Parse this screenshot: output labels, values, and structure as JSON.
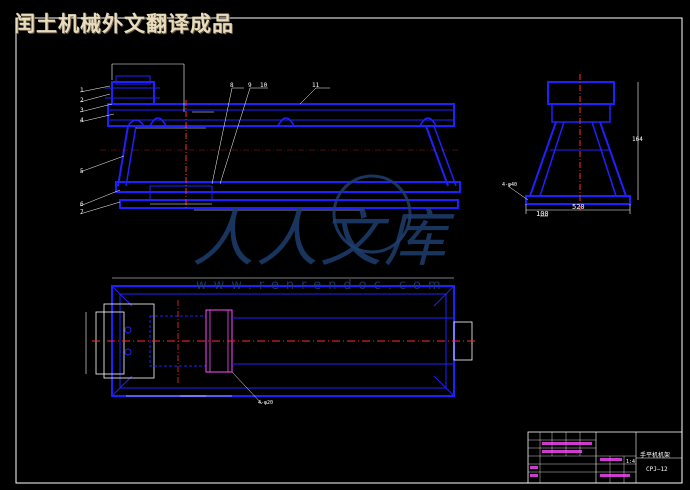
{
  "banner": {
    "text": "闰土机械外文翻译成品"
  },
  "watermark": {
    "chinese": "人人文库",
    "url": "www.renrendoc.com"
  },
  "title_block": {
    "drawing_name": "手平机机架",
    "drawing_code": "CPJ—12",
    "scale": "1:4"
  },
  "annotations": {
    "w_overall": "520",
    "h_overall": "164",
    "w_base": "100",
    "label_r": "4-φ40",
    "label_note": "4-φ20",
    "leader_numbers": [
      "1",
      "2",
      "3",
      "4",
      "5",
      "6",
      "7",
      "8",
      "9",
      "10",
      "11"
    ]
  },
  "colors": {
    "background": "#000000",
    "frame": "#ffffff",
    "outline": "#0000ff",
    "centerline": "#ff2a2a",
    "dimension": "#ffffff",
    "watermark": "#1e3f6e"
  }
}
